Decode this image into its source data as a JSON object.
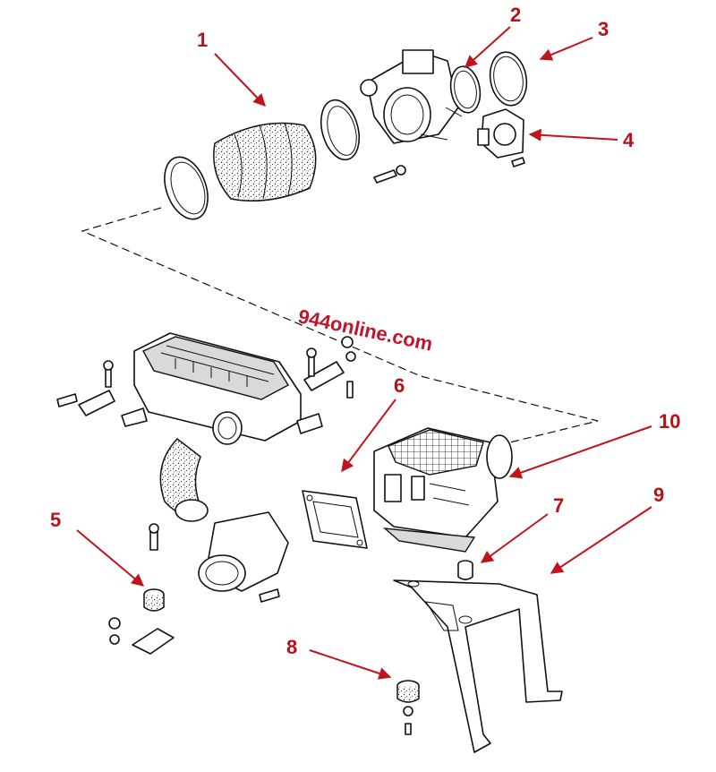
{
  "watermark": "944online.com",
  "callouts": [
    {
      "id": "1",
      "label": "1"
    },
    {
      "id": "2",
      "label": "2"
    },
    {
      "id": "3",
      "label": "3"
    },
    {
      "id": "4",
      "label": "4"
    },
    {
      "id": "5",
      "label": "5"
    },
    {
      "id": "6",
      "label": "6"
    },
    {
      "id": "7",
      "label": "7"
    },
    {
      "id": "8",
      "label": "8"
    },
    {
      "id": "9",
      "label": "9"
    },
    {
      "id": "10",
      "label": "10"
    }
  ],
  "colors": {
    "callout": "#b5121b",
    "linework": "#111111",
    "background": "#ffffff"
  }
}
